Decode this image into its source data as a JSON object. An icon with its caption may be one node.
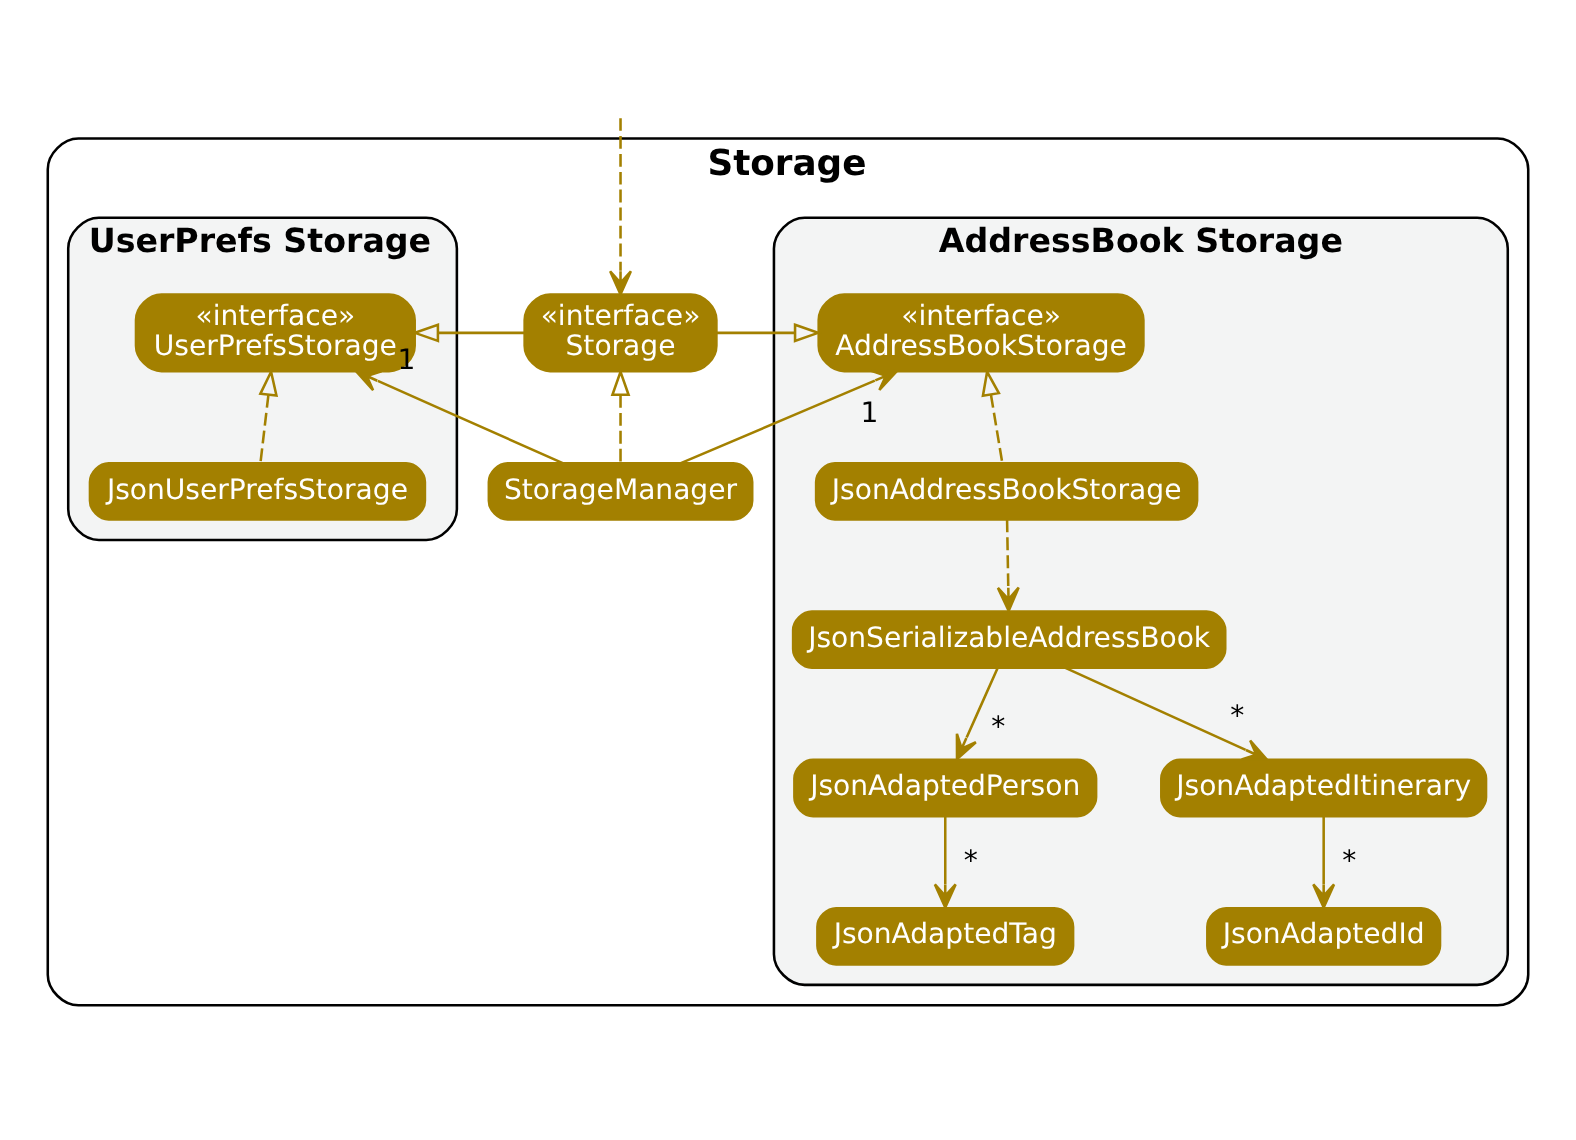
{
  "diagram": {
    "nodes": [
      {
        "text": [
          "Storage"
        ]
      },
      {
        "text": [
          "AddressBook Storage"
        ],
        "in": 0
      },
      {
        "text": [
          "UserPrefs Storage"
        ],
        "in": 0
      },
      {
        "text": [
          "«interface»",
          "AddressBookStorage"
        ],
        "in": 1
      },
      {
        "text": [
          "«interface»",
          "Storage"
        ],
        "in": 0
      },
      {
        "text": [
          "«interface»",
          "UserPrefsStorage"
        ],
        "in": 2
      },
      {
        "text": [
          "JsonAddressBookStorage"
        ],
        "in": 1
      },
      {
        "text": [
          "StorageManager"
        ],
        "in": 0
      },
      {
        "text": [
          "JsonUserPrefsStorage"
        ],
        "in": 2
      },
      {
        "text": [
          "JsonSerializableAddressBook"
        ],
        "in": 1
      },
      {
        "text": [
          "JsonAdaptedPerson"
        ],
        "in": 1
      },
      {
        "text": [
          "JsonAdaptedItinerary"
        ],
        "in": 1
      },
      {
        "text": [
          "JsonAdaptedTag"
        ],
        "in": 1
      },
      {
        "text": [
          "JsonAdaptedId"
        ],
        "in": 1
      }
    ],
    "edges": [
      {
        "from": null,
        "to": 4,
        "arrow": "to",
        "style": "dashed"
      },
      {
        "from": 4,
        "to": 3,
        "arrow": "to"
      },
      {
        "from": 4,
        "to": 5,
        "arrow": "to"
      },
      {
        "from": 7,
        "to": 4,
        "arrow": "to",
        "style": "dashed"
      },
      {
        "from": 7,
        "to": 3,
        "arrow": "to",
        "label": "1"
      },
      {
        "from": 7,
        "to": 5,
        "arrow": "to",
        "label": "1"
      },
      {
        "from": 6,
        "to": 3,
        "arrow": "to",
        "style": "dashed"
      },
      {
        "from": 8,
        "to": 5,
        "arrow": "to",
        "style": "dashed"
      },
      {
        "from": 6,
        "to": 9,
        "arrow": "to",
        "style": "dashed"
      },
      {
        "from": 9,
        "to": 10,
        "arrow": "to",
        "label": "*"
      },
      {
        "from": 9,
        "to": 11,
        "arrow": "to",
        "label": "*"
      },
      {
        "from": 10,
        "to": 12,
        "arrow": "to",
        "label": "*"
      },
      {
        "from": 11,
        "to": 13,
        "arrow": "to",
        "label": "*"
      }
    ]
  }
}
